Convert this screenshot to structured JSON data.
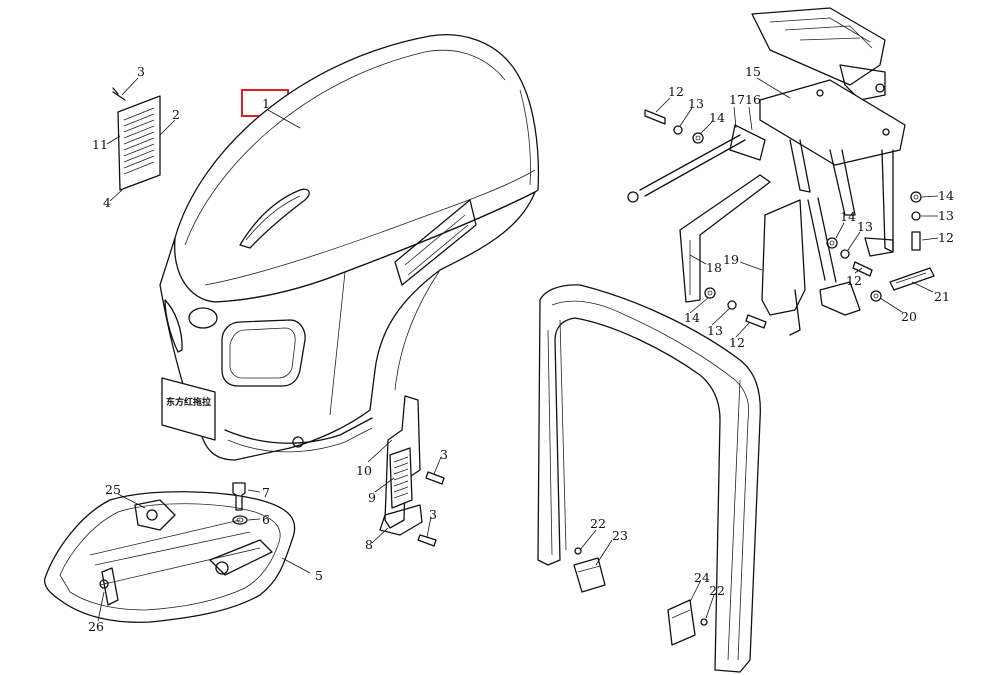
{
  "highlight": {
    "label": "1",
    "color": "#e0202a"
  },
  "plate_text": "东方红拖拉",
  "callouts": [
    {
      "id": "1",
      "label": "1"
    },
    {
      "id": "2",
      "label": "2"
    },
    {
      "id": "3a",
      "label": "3"
    },
    {
      "id": "4",
      "label": "4"
    },
    {
      "id": "11",
      "label": "11"
    },
    {
      "id": "12a",
      "label": "12"
    },
    {
      "id": "13a",
      "label": "13"
    },
    {
      "id": "14a",
      "label": "14"
    },
    {
      "id": "17",
      "label": "17"
    },
    {
      "id": "16",
      "label": "16"
    },
    {
      "id": "15",
      "label": "15"
    },
    {
      "id": "14b",
      "label": "14"
    },
    {
      "id": "13b",
      "label": "13"
    },
    {
      "id": "12b",
      "label": "12"
    },
    {
      "id": "14c",
      "label": "14"
    },
    {
      "id": "13c",
      "label": "13"
    },
    {
      "id": "12c",
      "label": "12"
    },
    {
      "id": "18",
      "label": "18"
    },
    {
      "id": "19",
      "label": "19"
    },
    {
      "id": "21",
      "label": "21"
    },
    {
      "id": "20",
      "label": "20"
    },
    {
      "id": "14d",
      "label": "14"
    },
    {
      "id": "13d",
      "label": "13"
    },
    {
      "id": "12d",
      "label": "12"
    },
    {
      "id": "3b",
      "label": "3"
    },
    {
      "id": "10",
      "label": "10"
    },
    {
      "id": "9",
      "label": "9"
    },
    {
      "id": "3c",
      "label": "3"
    },
    {
      "id": "8",
      "label": "8"
    },
    {
      "id": "7",
      "label": "7"
    },
    {
      "id": "6",
      "label": "6"
    },
    {
      "id": "25",
      "label": "25"
    },
    {
      "id": "5",
      "label": "5"
    },
    {
      "id": "26",
      "label": "26"
    },
    {
      "id": "22a",
      "label": "22"
    },
    {
      "id": "23",
      "label": "23"
    },
    {
      "id": "24",
      "label": "24"
    },
    {
      "id": "22b",
      "label": "22"
    }
  ]
}
